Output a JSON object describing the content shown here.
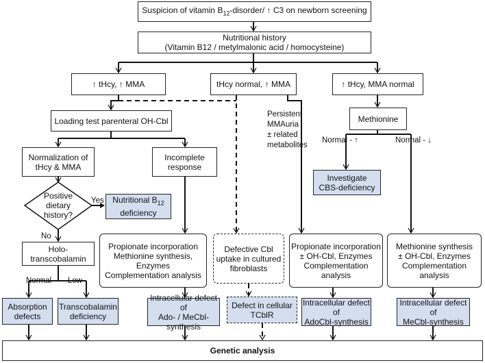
{
  "nodes": {
    "suspicion": {
      "pre": "Suspicion of vitamin B",
      "sub": "12",
      "post": "-disorder/ ",
      "arrow": "↑",
      "tail": " C3 on newborn screening"
    },
    "history": {
      "line1": "Nutritional history",
      "line2": "(Vitamin B12 / metylmalonic acid / homocysteine)"
    },
    "branch_high_both": {
      "a1": "↑",
      "t1": " tHcy, ",
      "a2": "↑",
      "t2": " MMA"
    },
    "branch_hcy_normal": {
      "t1": "tHcy normal, ",
      "a1": "↑",
      "t2": " MMA"
    },
    "branch_mma_normal": {
      "a1": "↑",
      "t1": " tHcy, MMA normal"
    },
    "loading_test": "Loading test parenteral OH-Cbl",
    "normalization": {
      "line1": "Normalization of",
      "line2": "tHcy & MMA"
    },
    "incomplete": {
      "line1": "Incomplete",
      "line2": "response"
    },
    "dietary": {
      "line1": "Positive",
      "line2": "dietary",
      "line3": "history?"
    },
    "nutritional_def": {
      "pre": "Nutritional B",
      "sub": "12",
      "line2": "deficiency"
    },
    "holo_tc": {
      "line1": "Holo-",
      "line2": "transcobalamin"
    },
    "propionate_left": {
      "line1": "Propionate incorporation",
      "line2": "Methionine synthesis, Enzymes",
      "line3": "Complementation analysis"
    },
    "defective_uptake": {
      "line1": "Defective Cbl",
      "line2": "uptake in cultured",
      "line3": "fibroblasts"
    },
    "propionate_right": {
      "line1": "Propionate incorporation",
      "line2": "± OH-Cbl, Enzymes",
      "line3": "Complementation analysis"
    },
    "methionine_synthesis": {
      "line1": "Methionine synthesis",
      "line2": "± OH-Cbl, Enzymes",
      "line3": "Complementation analysis"
    },
    "methionine": "Methionine",
    "investigate_cbs": {
      "line1": "Investigate",
      "line2": "CBS-deficiency"
    },
    "absorption": {
      "line1": "Absorption",
      "line2": "defects"
    },
    "tc_deficiency": {
      "line1": "Transcobalamin",
      "line2": "deficiency"
    },
    "intracellular_ado_me": {
      "line1": "Intracellular defect of",
      "line2": "Ado- / MeCbl-synthesis"
    },
    "tcblr": {
      "line1": "Defect in cellular",
      "line2": "TCblR"
    },
    "intracellular_ado": {
      "line1": "Intracellular defect of",
      "line2": "AdoCbl-synthesis"
    },
    "intracellular_me": {
      "line1": "Intracellular defect of",
      "line2": "MeCbl-synthesis"
    },
    "genetic": "Genetic analysis"
  },
  "labels": {
    "persistent": {
      "line1": "Persistent",
      "line2": "MMAuria",
      "line3": "± related",
      "line4": "metabolites"
    },
    "yes": "Yes",
    "no": "No",
    "normal": "Normal",
    "low": "Low",
    "normal_up": {
      "text": "Normal - ",
      "arrow": "↑"
    },
    "normal_down": {
      "text": "Normal - ",
      "arrow": "↓"
    }
  },
  "colors": {
    "highlight_fill": "#d3deef",
    "line": "#111111"
  }
}
